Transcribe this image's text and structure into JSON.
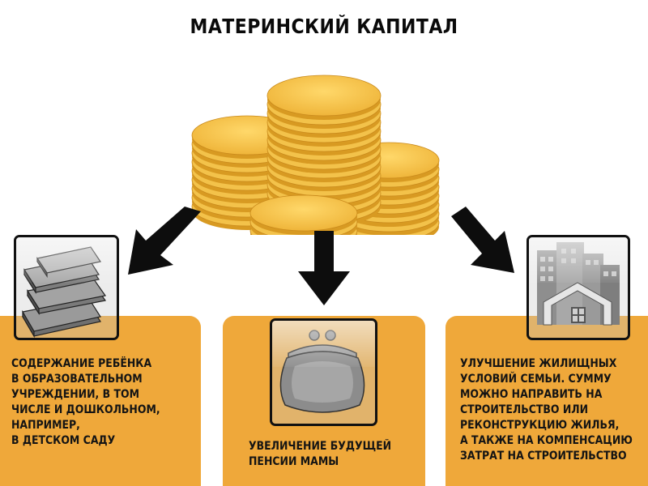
{
  "title": "МАТЕРИНСКИЙ КАПИТАЛ",
  "colors": {
    "card": "#efa83a",
    "coin": "#f3c24a",
    "coin_edge": "#d89a22",
    "arrow": "#0d0d0d"
  },
  "items": [
    {
      "icon": "books-icon",
      "text": "СОДЕРЖАНИЕ РЕБЁНКА\nВ ОБРАЗОВАТЕЛЬНОМ\nУЧРЕЖДЕНИИ, В ТОМ\nЧИСЛЕ И ДОШКОЛЬНОМ,\nНАПРИМЕР,\nВ ДЕТСКОМ САДУ"
    },
    {
      "icon": "purse-icon",
      "text": "УВЕЛИЧЕНИЕ БУДУЩЕЙ\nПЕНСИИ МАМЫ"
    },
    {
      "icon": "house-icon",
      "text": "УЛУЧШЕНИЕ ЖИЛИЩНЫХ\nУСЛОВИЙ СЕМЬИ. СУММУ\nМОЖНО НАПРАВИТЬ НА\nСТРОИТЕЛЬСТВО ИЛИ\nРЕКОНСТРУКЦИЮ ЖИЛЬЯ,\nА ТАКЖЕ НА КОМПЕНСАЦИЮ\nЗАТРАТ НА  СТРОИТЕЛЬСТВО"
    }
  ]
}
